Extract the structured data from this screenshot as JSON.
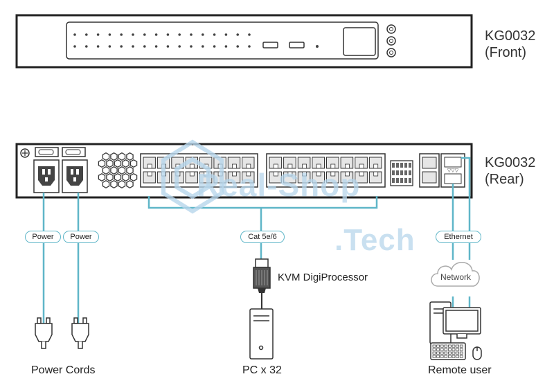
{
  "front_label": "KG0032\n(Front)",
  "front_model": "KG0032",
  "front_side": "(Front)",
  "rear_model": "KG0032",
  "rear_side": "(Rear)",
  "pills": {
    "power1": "Power",
    "power2": "Power",
    "cat": "Cat 5e/6",
    "ethernet": "Ethernet",
    "network": "Network"
  },
  "kvm_label": "KVM DigiProcessor",
  "bottom": {
    "power_cords": "Power Cords",
    "pc": "PC x 32",
    "remote": "Remote user"
  },
  "watermark": {
    "line1": "Real-Shop",
    "line2": ".Tech"
  },
  "colors": {
    "cable": "#5fb6c8",
    "device_outline": "#222222",
    "port_fill": "#e6e6e6"
  }
}
